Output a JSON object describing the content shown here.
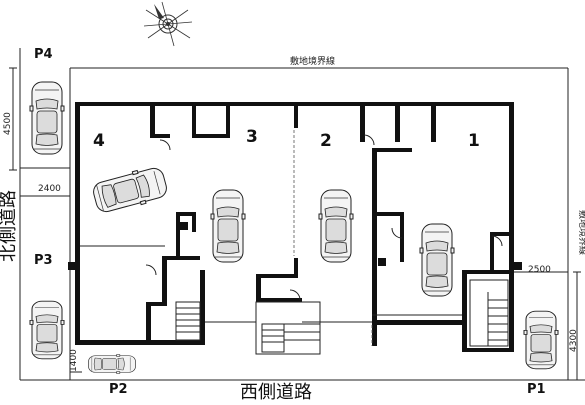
{
  "diagram": {
    "labels": {
      "boundary_top": "敷地境界線",
      "boundary_right": "敷地境界線",
      "road_north": "北側道路",
      "road_west": "西側道路"
    },
    "dimensions": {
      "d4500": "4500",
      "d2400": "2400",
      "d2500": "2500",
      "d4300": "4300",
      "d1400": "1400"
    },
    "parking": {
      "p1": "P1",
      "p2": "P2",
      "p3": "P3",
      "p4": "P4"
    },
    "units": {
      "u1": "1",
      "u2": "2",
      "u3": "3",
      "u4": "4"
    },
    "compass": "compass-rose-icon"
  }
}
